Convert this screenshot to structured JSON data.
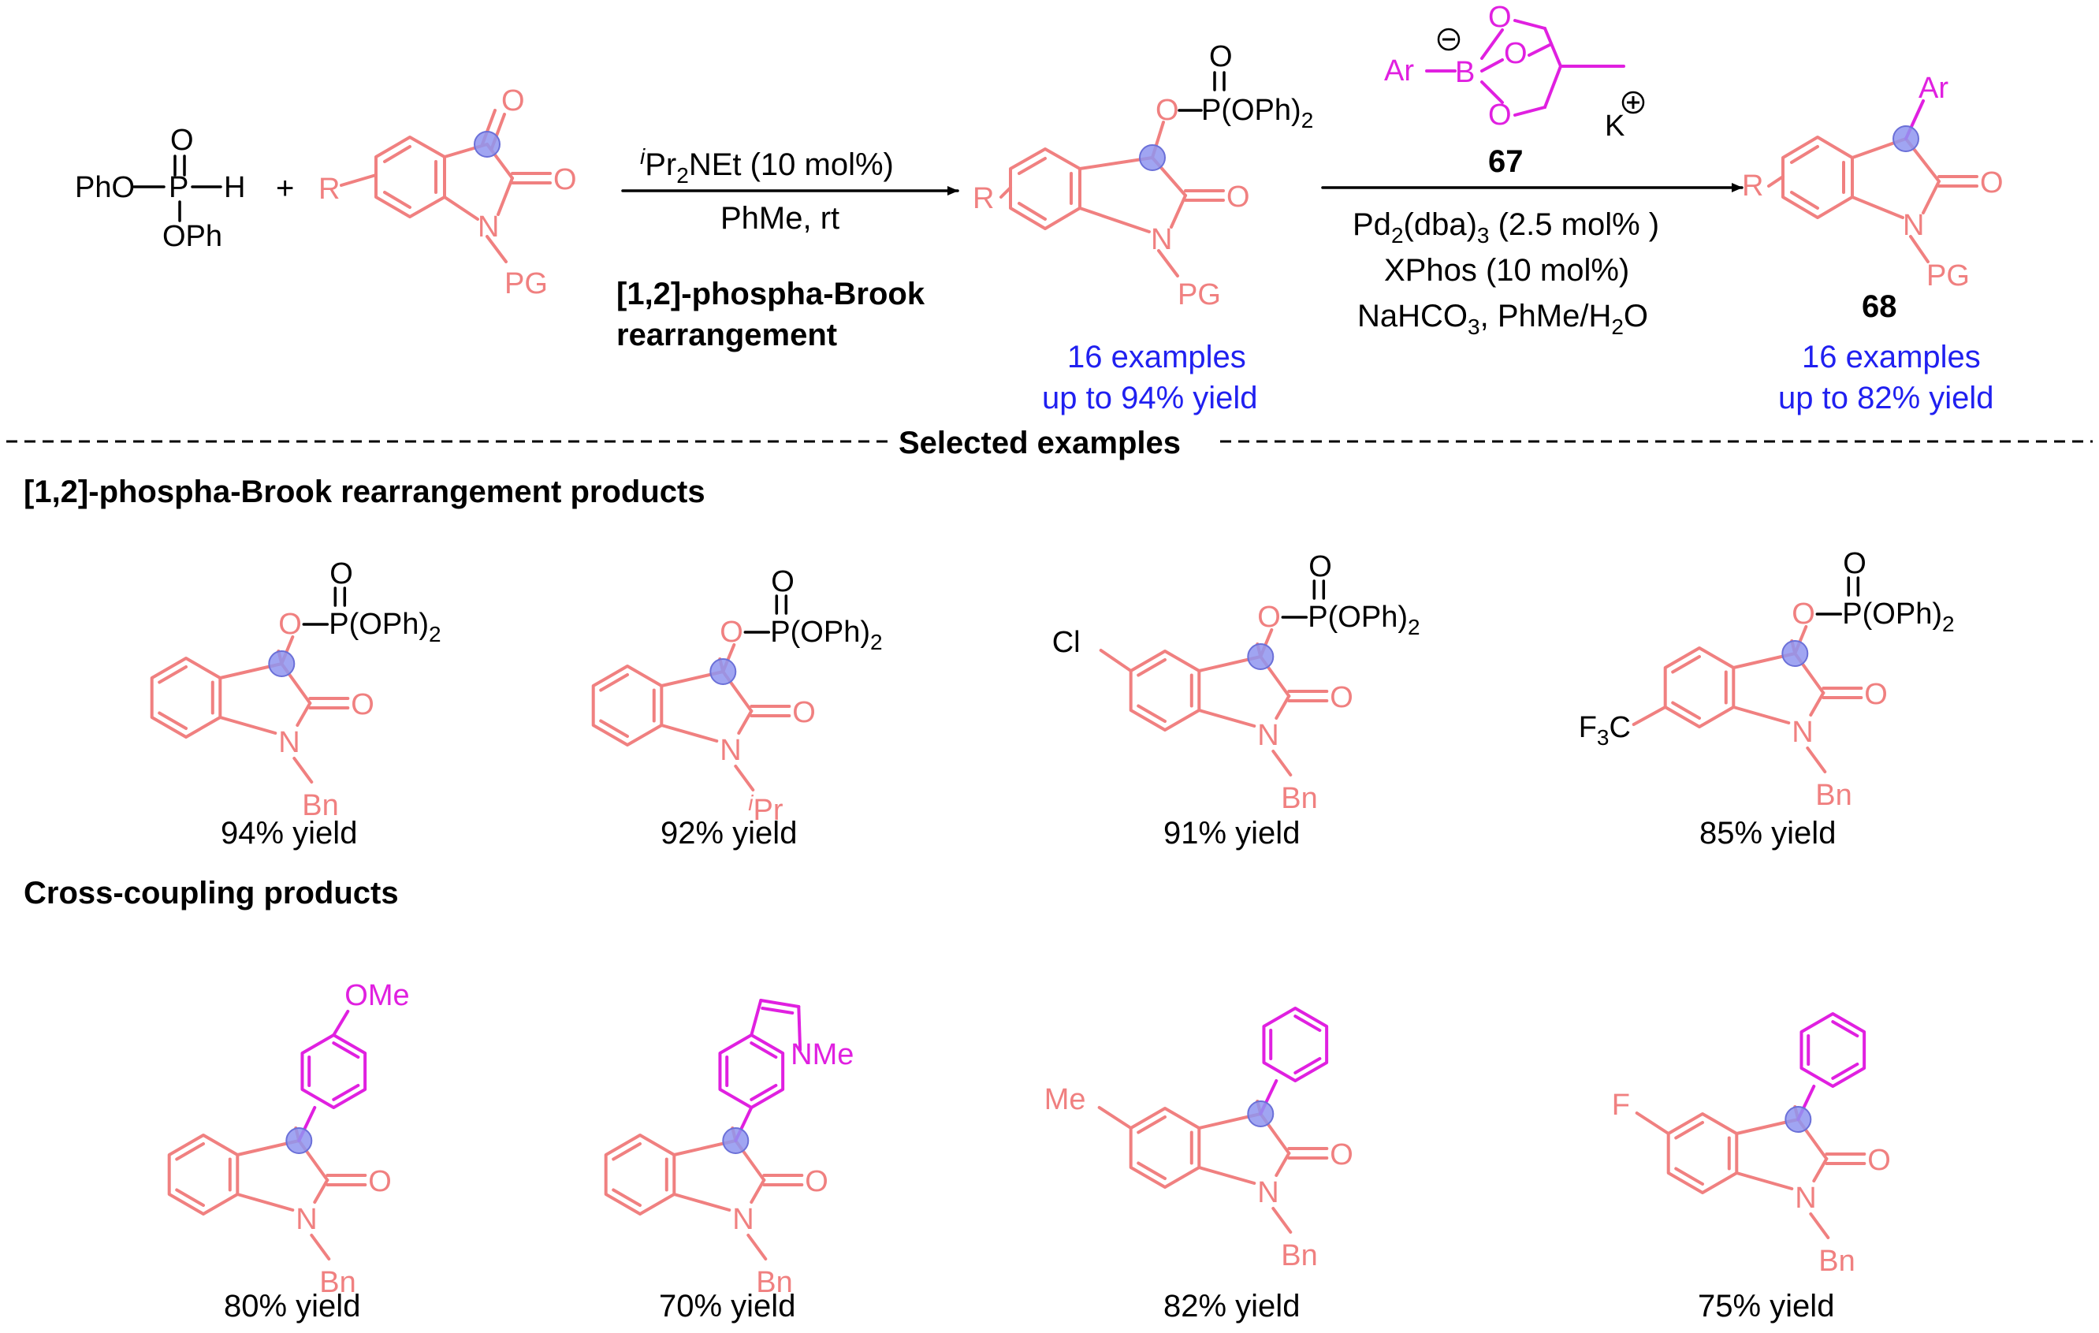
{
  "colors": {
    "core": "#f08080",
    "aryl": "#e020e0",
    "blue": "#2020f0",
    "text": "#000000",
    "highlight": "#8f95f0"
  },
  "reagent": {
    "phosphite_line1": "O",
    "phosphite_line2_left": "PhO",
    "phosphite_line2_P": "P",
    "phosphite_line2_H": "H",
    "phosphite_line3": "OPh",
    "plus": "+"
  },
  "isatin": {
    "R": "R",
    "N": "N",
    "PG": "PG",
    "O1": "O",
    "O2": "O"
  },
  "step1": {
    "conditions_line1": "iPr2NEt (10 mol%)",
    "conditions_line2": "PhMe, rt",
    "name_line1": "[1,2]-phospha-Brook",
    "name_line2": "rearrangement"
  },
  "intermediate": {
    "phosphate": "P(OPh)2",
    "O": "O",
    "examples": "16 examples",
    "yield": "up to 94% yield"
  },
  "step2": {
    "boronate_Ar": "Ar",
    "boronate_B": "B",
    "boronate_K": "K",
    "compound_number": "67",
    "conditions_line1": "Pd2(dba)3 (2.5 mol% )",
    "conditions_line2": "XPhos (10 mol%)",
    "conditions_line3": "NaHCO3, PhMe/H2O"
  },
  "product": {
    "Ar": "Ar",
    "compound_number": "68",
    "examples": "16 examples",
    "yield": "up to 82% yield"
  },
  "divider_label": "Selected examples",
  "section1": {
    "heading": "[1,2]-phospha-Brook rearrangement products",
    "items": [
      {
        "N_sub": "Bn",
        "substituent": "",
        "yield": "94% yield"
      },
      {
        "N_sub": "iPr",
        "substituent": "",
        "yield": "92% yield"
      },
      {
        "N_sub": "Bn",
        "substituent": "Cl",
        "yield": "91% yield"
      },
      {
        "N_sub": "Bn",
        "substituent": "F3C",
        "yield": "85% yield"
      }
    ]
  },
  "section2": {
    "heading": "Cross-coupling products",
    "items": [
      {
        "aryl_label": "OMe",
        "substituent": "",
        "N_sub": "Bn",
        "yield": "80% yield"
      },
      {
        "aryl_label": "NMe",
        "substituent": "",
        "N_sub": "Bn",
        "yield": "70% yield"
      },
      {
        "aryl_label": "",
        "substituent": "Me",
        "N_sub": "Bn",
        "yield": "82% yield"
      },
      {
        "aryl_label": "",
        "substituent": "F",
        "N_sub": "Bn",
        "yield": "75% yield"
      }
    ]
  }
}
